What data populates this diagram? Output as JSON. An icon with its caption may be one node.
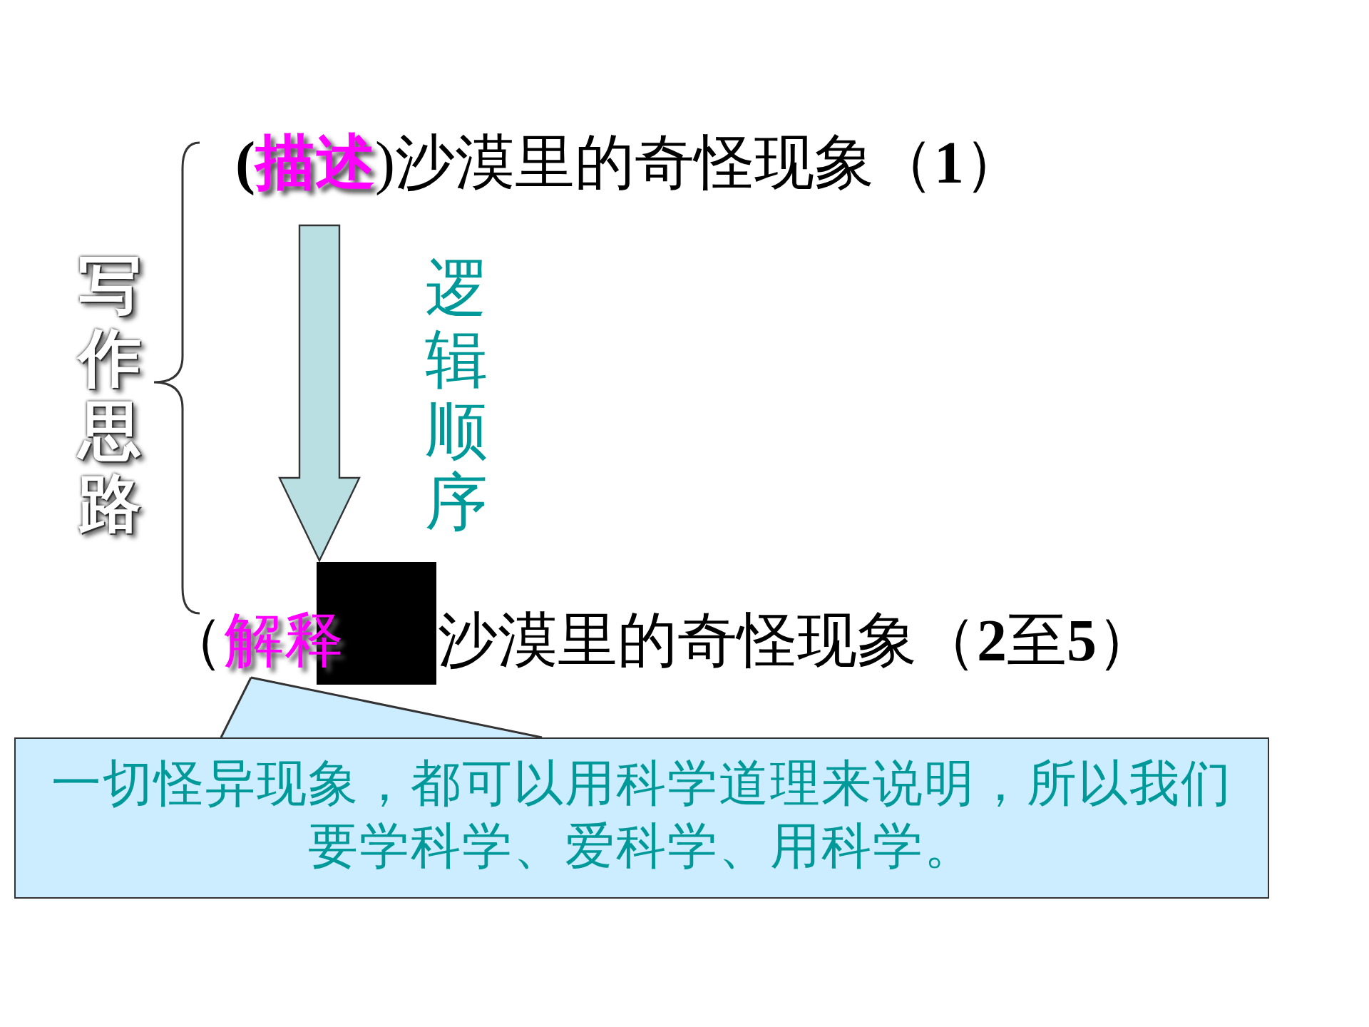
{
  "diagram": {
    "nodes": [
      {
        "text": [
          "(",
          "描述",
          ")沙漠里的奇怪现象（**1**）"
        ]
      },
      {
        "text": [
          "（",
          "解释",
          "沙漠里的奇怪现象（**2**至**5**）"
        ]
      },
      {
        "text": [
          "一切怪异现象，都可以用科学道理来说明，所以我们要学科学、爱科学、用科学。"
        ]
      },
      {
        "text": [],
        "shape": "box"
      }
    ],
    "edges": [
      {
        "from": 0,
        "to": 1,
        "arrow": "to",
        "label": "逻辑顺序"
      },
      {
        "from": 2,
        "to": 1,
        "arrow": "none"
      }
    ],
    "labels": [
      "写作思路"
    ]
  }
}
